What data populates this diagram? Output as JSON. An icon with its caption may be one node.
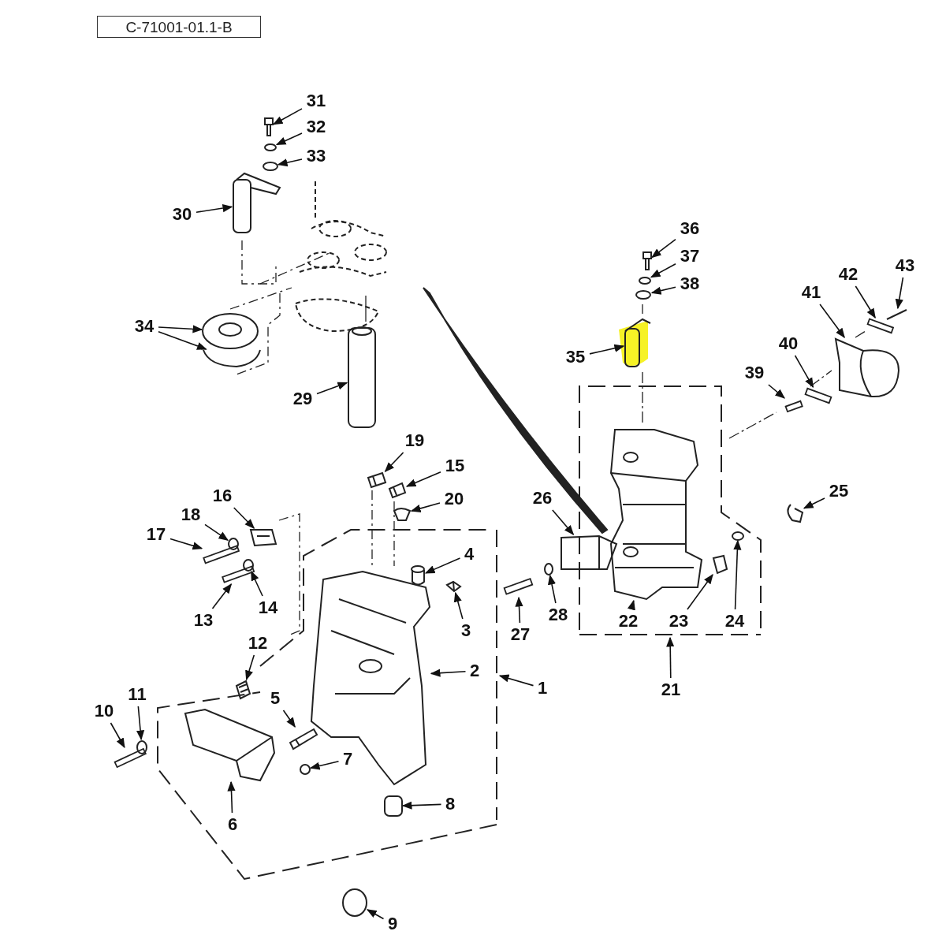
{
  "diagram": {
    "nodes": [
      {
        "text": [
          "C-71001-01.1-B"
        ]
      },
      {
        "text": [
          "1"
        ]
      },
      {
        "text": [
          "2"
        ]
      },
      {
        "text": [
          "3"
        ]
      },
      {
        "text": [
          "4"
        ]
      },
      {
        "text": [
          "5"
        ]
      },
      {
        "text": [
          "6"
        ]
      },
      {
        "text": [
          "7"
        ]
      },
      {
        "text": [
          "8"
        ]
      },
      {
        "text": [
          "9"
        ]
      },
      {
        "text": [
          "10"
        ]
      },
      {
        "text": [
          "11"
        ]
      },
      {
        "text": [
          "12"
        ]
      },
      {
        "text": [
          "13"
        ]
      },
      {
        "text": [
          "14"
        ]
      },
      {
        "text": [
          "15"
        ]
      },
      {
        "text": [
          "16"
        ]
      },
      {
        "text": [
          "17"
        ]
      },
      {
        "text": [
          "18"
        ]
      },
      {
        "text": [
          "19"
        ]
      },
      {
        "text": [
          "20"
        ]
      },
      {
        "text": [
          "21"
        ]
      },
      {
        "text": [
          "22"
        ]
      },
      {
        "text": [
          "23"
        ]
      },
      {
        "text": [
          "24"
        ]
      },
      {
        "text": [
          "25"
        ]
      },
      {
        "text": [
          "26"
        ]
      },
      {
        "text": [
          "27"
        ]
      },
      {
        "text": [
          "28"
        ]
      },
      {
        "text": [
          "29"
        ]
      },
      {
        "text": [
          "30"
        ]
      },
      {
        "text": [
          "31"
        ]
      },
      {
        "text": [
          "32"
        ]
      },
      {
        "text": [
          "33"
        ]
      },
      {
        "text": [
          "34"
        ]
      },
      {
        "text": [
          "35"
        ]
      },
      {
        "text": [
          "36"
        ]
      },
      {
        "text": [
          "37"
        ]
      },
      {
        "text": [
          "38"
        ]
      },
      {
        "text": [
          "39"
        ]
      },
      {
        "text": [
          "40"
        ]
      },
      {
        "text": [
          "41"
        ]
      },
      {
        "text": [
          "42"
        ]
      },
      {
        "text": [
          "43"
        ]
      },
      {
        "text": [],
        "shape": "line"
      },
      {
        "text": [],
        "shape": "picture"
      },
      {
        "text": [],
        "shape": "picture"
      },
      {
        "text": [],
        "shape": "picture"
      },
      {
        "text": [],
        "shape": "picture"
      },
      {
        "text": [],
        "shape": "picture"
      },
      {
        "text": [],
        "shape": "circle"
      },
      {
        "text": [],
        "shape": "box"
      },
      {
        "text": [],
        "shape": "circle"
      },
      {
        "text": [],
        "shape": "bar"
      },
      {
        "text": [],
        "shape": "circle"
      },
      {
        "text": [],
        "shape": "picture"
      },
      {
        "text": [],
        "shape": "bar"
      },
      {
        "text": [],
        "shape": "circle"
      },
      {
        "text": [],
        "shape": "picture"
      },
      {
        "text": [],
        "shape": "picture"
      },
      {
        "text": [],
        "shape": "bar"
      },
      {
        "text": [],
        "shape": "circle"
      },
      {
        "text": [],
        "shape": "picture"
      },
      {
        "text": [],
        "shape": "picture"
      },
      {
        "text": [],
        "shape": "line"
      },
      {
        "text": [],
        "shape": "picture"
      },
      {
        "text": [],
        "shape": "picture"
      },
      {
        "text": [],
        "shape": "circle"
      },
      {
        "text": [],
        "shape": "picture"
      },
      {
        "text": [],
        "shape": "picture"
      },
      {
        "text": [],
        "shape": "bar"
      },
      {
        "text": [],
        "shape": "circle"
      },
      {
        "text": [],
        "shape": "picture"
      },
      {
        "text": [],
        "shape": "picture"
      },
      {
        "text": [],
        "shape": "picture"
      },
      {
        "text": [],
        "shape": "circle"
      },
      {
        "text": [],
        "shape": "circle"
      },
      {
        "text": [],
        "shape": "picture"
      },
      {
        "text": [],
        "shape": "picture"
      },
      {
        "text": [],
        "shape": "picture"
      },
      {
        "text": [],
        "shape": "picture"
      },
      {
        "text": [],
        "shape": "circle"
      },
      {
        "text": [],
        "shape": "circle"
      },
      {
        "text": [],
        "shape": "bar"
      },
      {
        "text": [],
        "shape": "bar"
      },
      {
        "text": [],
        "shape": "picture"
      },
      {
        "text": [],
        "shape": "bar"
      },
      {
        "text": [],
        "shape": "picture"
      }
    ],
    "edges": [
      {
        "from": 1,
        "to": 44,
        "arrow": "to"
      },
      {
        "from": 2,
        "to": 45,
        "arrow": "to"
      },
      {
        "from": 3,
        "to": 46,
        "arrow": "to"
      },
      {
        "from": 4,
        "to": 47,
        "arrow": "to"
      },
      {
        "from": 5,
        "to": 48,
        "arrow": "to"
      },
      {
        "from": 6,
        "to": 49,
        "arrow": "to"
      },
      {
        "from": 7,
        "to": 50,
        "arrow": "to"
      },
      {
        "from": 8,
        "to": 51,
        "arrow": "to"
      },
      {
        "from": 9,
        "to": 52,
        "arrow": "to"
      },
      {
        "from": 10,
        "to": 53,
        "arrow": "to"
      },
      {
        "from": 11,
        "to": 54,
        "arrow": "to"
      },
      {
        "from": 12,
        "to": 55,
        "arrow": "to"
      },
      {
        "from": 13,
        "to": 56,
        "arrow": "to"
      },
      {
        "from": 14,
        "to": 57,
        "arrow": "to"
      },
      {
        "from": 15,
        "to": 58,
        "arrow": "to"
      },
      {
        "from": 16,
        "to": 59,
        "arrow": "to"
      },
      {
        "from": 17,
        "to": 60,
        "arrow": "to"
      },
      {
        "from": 18,
        "to": 61,
        "arrow": "to"
      },
      {
        "from": 19,
        "to": 62,
        "arrow": "to"
      },
      {
        "from": 20,
        "to": 63,
        "arrow": "to"
      },
      {
        "from": 21,
        "to": 64,
        "arrow": "to"
      },
      {
        "from": 22,
        "to": 65,
        "arrow": "to"
      },
      {
        "from": 23,
        "to": 66,
        "arrow": "to"
      },
      {
        "from": 24,
        "to": 67,
        "arrow": "to"
      },
      {
        "from": 25,
        "to": 68,
        "arrow": "to"
      },
      {
        "from": 26,
        "to": 69,
        "arrow": "to"
      },
      {
        "from": 27,
        "to": 70,
        "arrow": "to"
      },
      {
        "from": 28,
        "to": 71,
        "arrow": "to"
      },
      {
        "from": 29,
        "to": 72,
        "arrow": "to"
      },
      {
        "from": 30,
        "to": 73,
        "arrow": "to"
      },
      {
        "from": 31,
        "to": 74,
        "arrow": "to"
      },
      {
        "from": 32,
        "to": 75,
        "arrow": "to"
      },
      {
        "from": 33,
        "to": 76,
        "arrow": "to"
      },
      {
        "from": 34,
        "to": 77,
        "arrow": "to"
      },
      {
        "from": 34,
        "to": 78,
        "arrow": "to"
      },
      {
        "from": 35,
        "to": 79,
        "arrow": "to"
      },
      {
        "from": 36,
        "to": 80,
        "arrow": "to"
      },
      {
        "from": 37,
        "to": 81,
        "arrow": "to"
      },
      {
        "from": 38,
        "to": 82,
        "arrow": "to"
      },
      {
        "from": 39,
        "to": 83,
        "arrow": "to"
      },
      {
        "from": 40,
        "to": 84,
        "arrow": "to"
      },
      {
        "from": 41,
        "to": 85,
        "arrow": "to"
      },
      {
        "from": 42,
        "to": 86,
        "arrow": "to"
      },
      {
        "from": 43,
        "to": 87,
        "arrow": "to"
      }
    ]
  }
}
